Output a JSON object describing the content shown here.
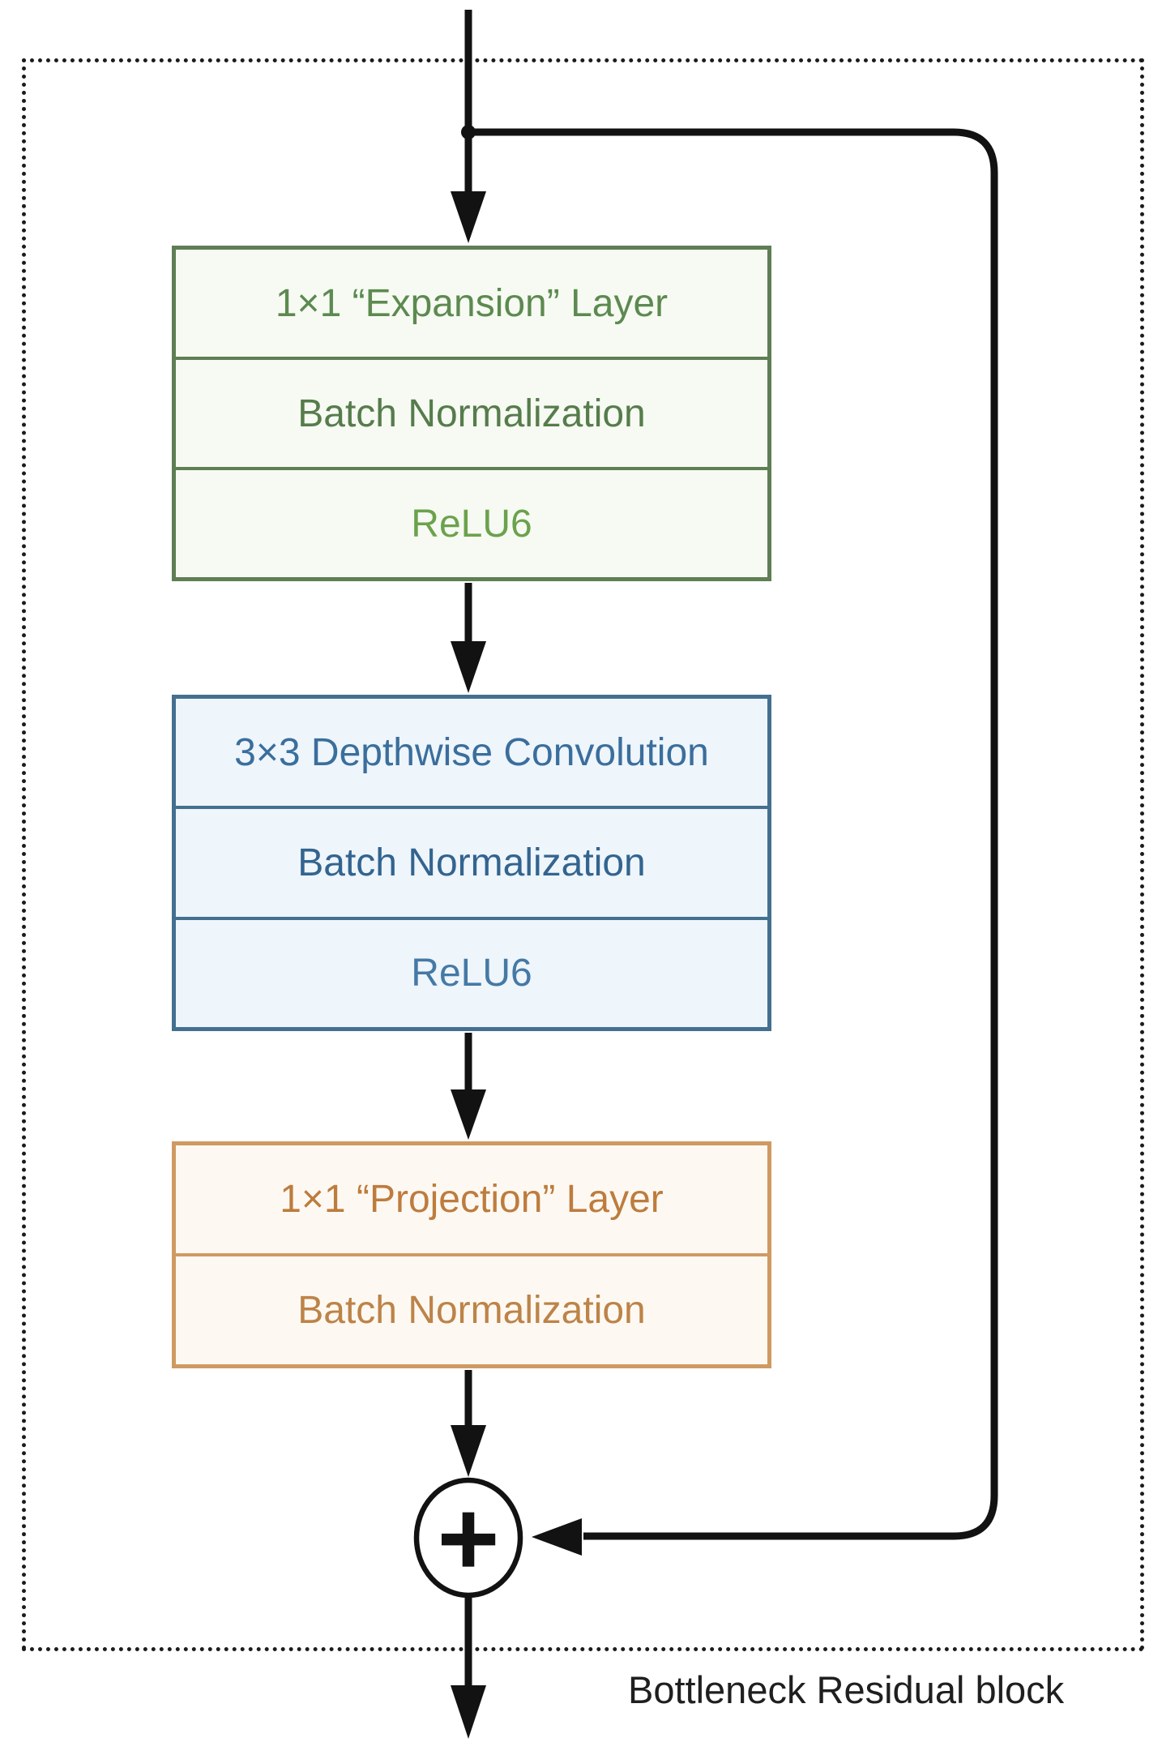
{
  "diagram": {
    "title": "Bottleneck Residual block",
    "operator_symbol": "+",
    "colors": {
      "wire": "#121212",
      "frame": "#1c1c1c",
      "green_border": "#5e7e54",
      "green_fill": "#f7faf2",
      "blue_border": "#44708f",
      "blue_fill": "#eef5fb",
      "orange_border": "#cf9a62",
      "orange_fill": "#fdf9f2",
      "caption_text": "#1f1f1f"
    }
  },
  "blocks": [
    {
      "name": "expansion",
      "border": "#5e7e54",
      "fill": "#f7faf2",
      "rows": [
        {
          "label": "1×1 “Expansion” Layer",
          "color": "#5c8a50"
        },
        {
          "label": "Batch Normalization",
          "color": "#567c4c"
        },
        {
          "label": "ReLU6",
          "color": "#6ba24d"
        }
      ]
    },
    {
      "name": "depthwise",
      "border": "#44708f",
      "fill": "#eef5fb",
      "rows": [
        {
          "label": "3×3 Depthwise Convolution",
          "color": "#3a6e9c"
        },
        {
          "label": "Batch Normalization",
          "color": "#33648f"
        },
        {
          "label": "ReLU6",
          "color": "#4579a5"
        }
      ]
    },
    {
      "name": "projection",
      "border": "#cf9a62",
      "fill": "#fdf9f2",
      "rows": [
        {
          "label": "1×1 “Projection” Layer",
          "color": "#bd7c3e"
        },
        {
          "label": "Batch Normalization",
          "color": "#bd8348"
        }
      ]
    }
  ]
}
